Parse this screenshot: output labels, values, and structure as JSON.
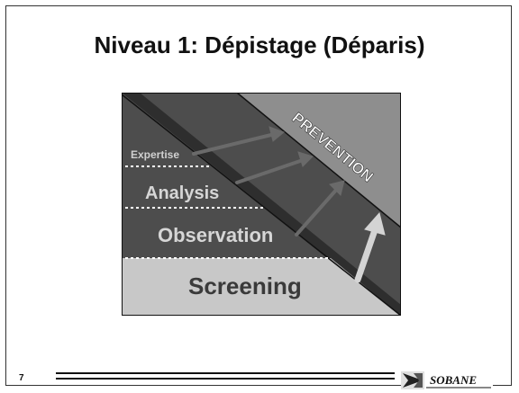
{
  "slide": {
    "title": "Niveau 1: Dépistage (Déparis)",
    "page_number": "7"
  },
  "diagram": {
    "levels": {
      "expertise": "Expertise",
      "analysis": "Analysis",
      "observation": "Observation",
      "screening": "Screening"
    },
    "prevention_label": "PREVENTION"
  },
  "logo": {
    "text": "SOBANE"
  },
  "colors": {
    "dark_band": "#3f3f3f",
    "mid_band": "#565656",
    "prevention_band": "#8e8e8e",
    "screening_band": "#c8c8c8",
    "arrow": "#6a6a6a",
    "arrow_light": "#d4d4d4"
  }
}
